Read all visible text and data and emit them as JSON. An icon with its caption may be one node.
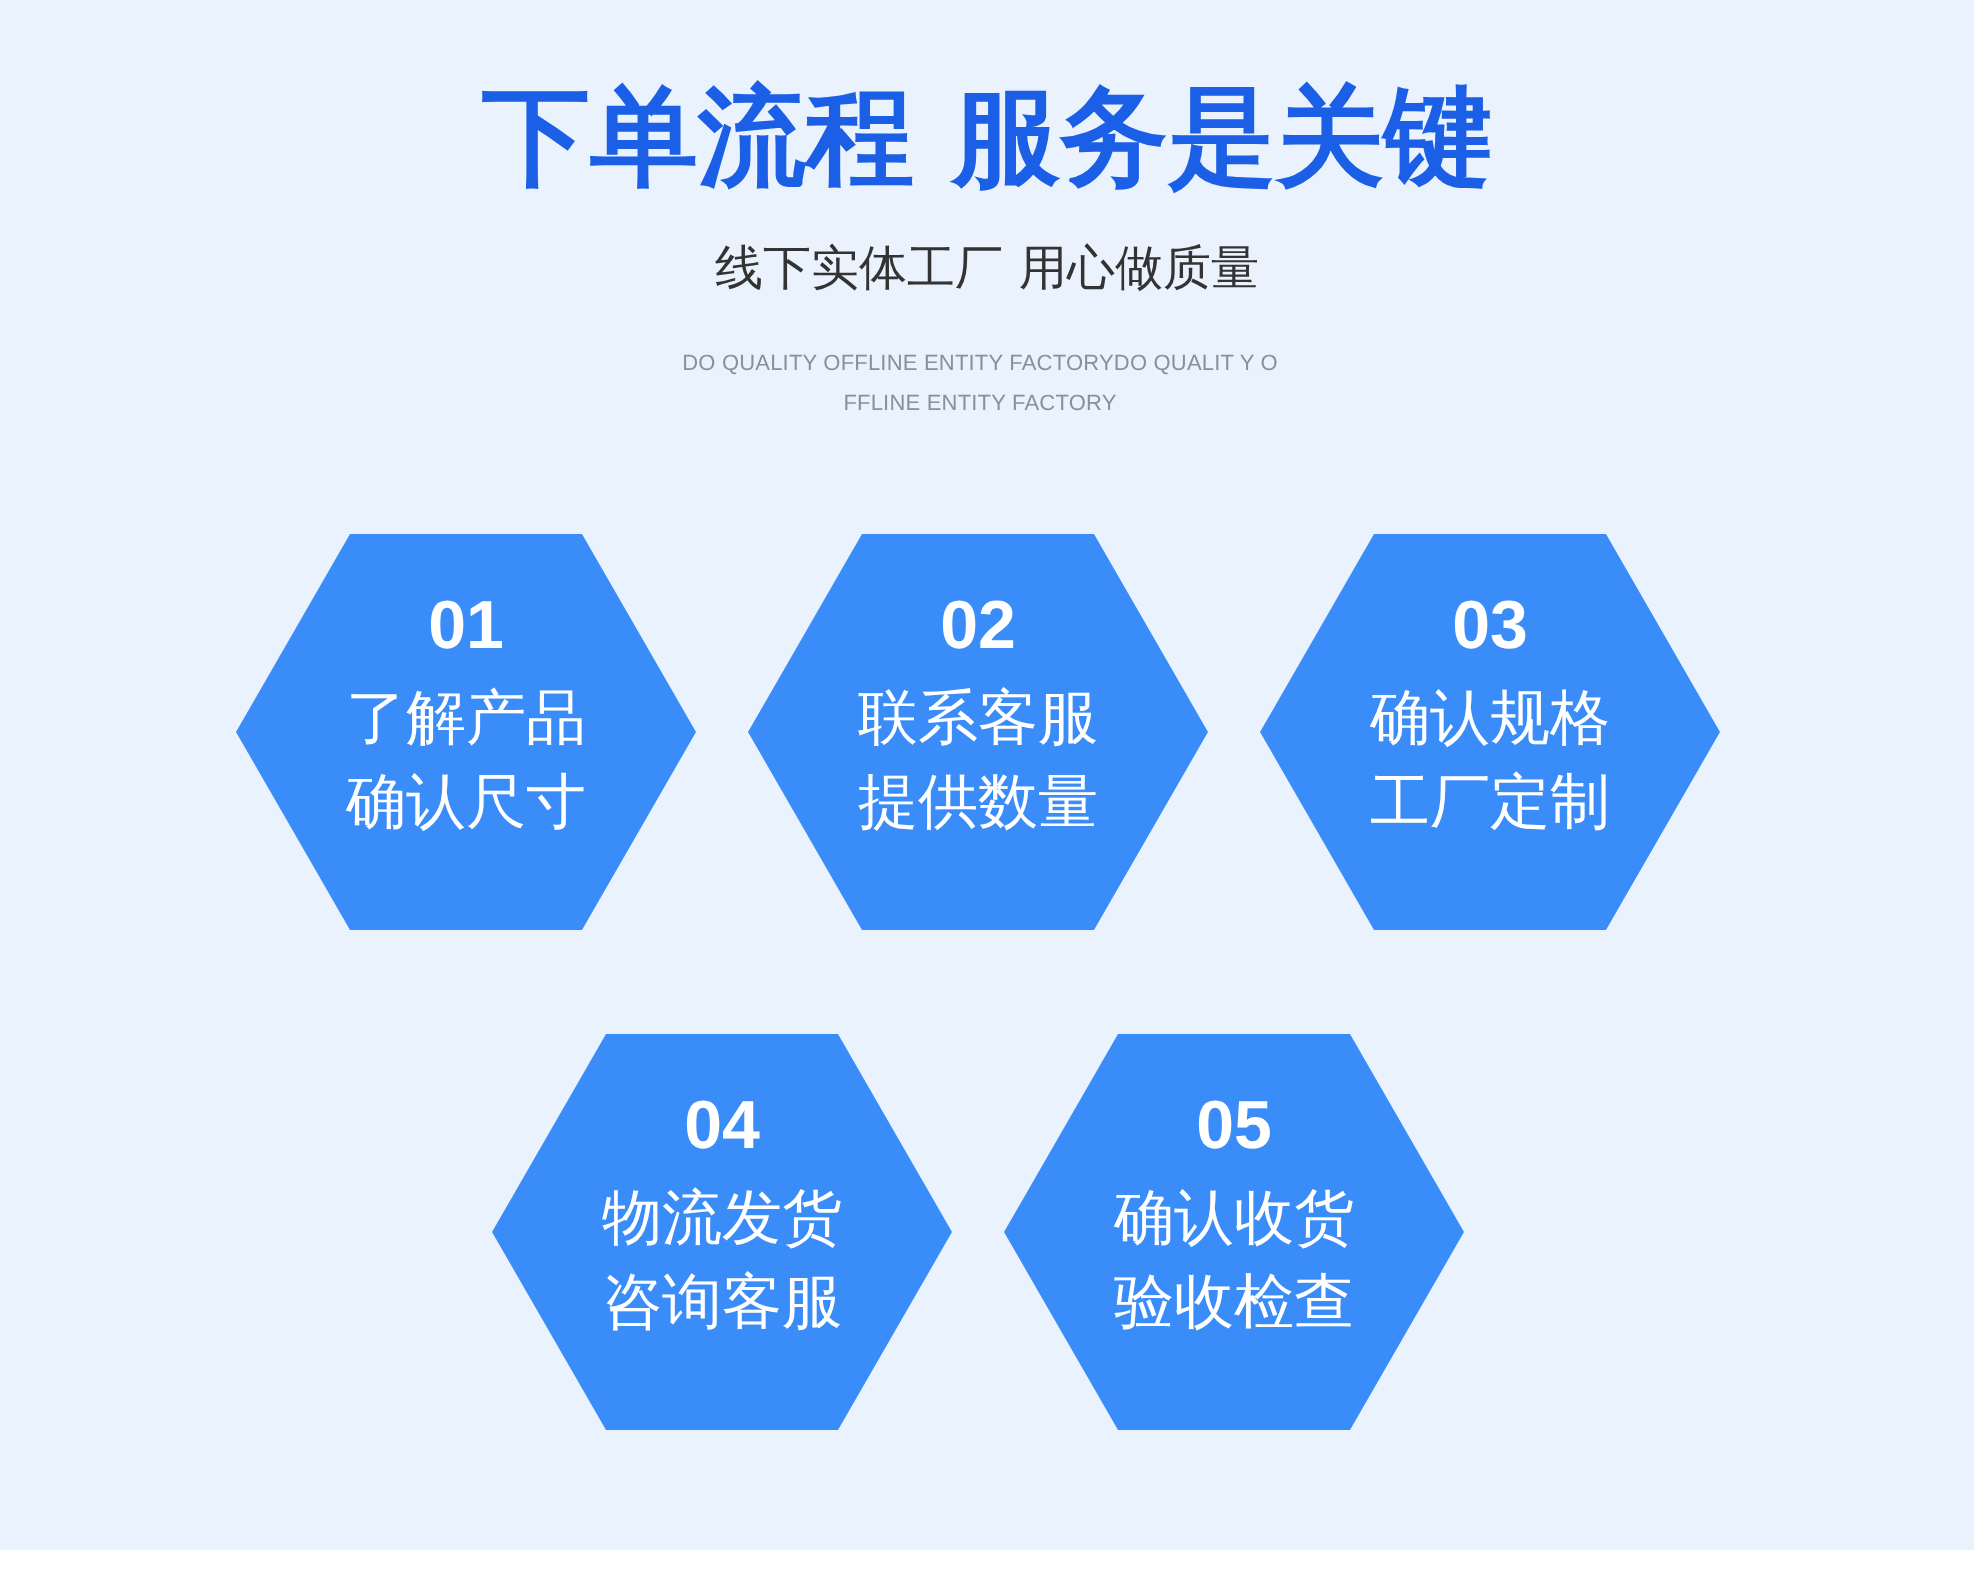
{
  "diagram": {
    "title": "下单流程 服务是关键",
    "nodes": [
      {
        "text": [
          "01",
          "了解产品确认尺寸"
        ]
      },
      {
        "text": [
          "02",
          "联系客服提供数量"
        ]
      },
      {
        "text": [
          "03",
          "确认规格工厂定制"
        ]
      },
      {
        "text": [
          "04",
          "物流发货咨询客服"
        ]
      },
      {
        "text": [
          "05",
          "确认收货验收检查"
        ]
      }
    ],
    "labels": [
      "线下实体工厂 用心做质量",
      "DO QUALITY OFFLINE ENTITY FACTORYDO QUALIT Y OFFLINE ENTITY FACTORY"
    ]
  }
}
